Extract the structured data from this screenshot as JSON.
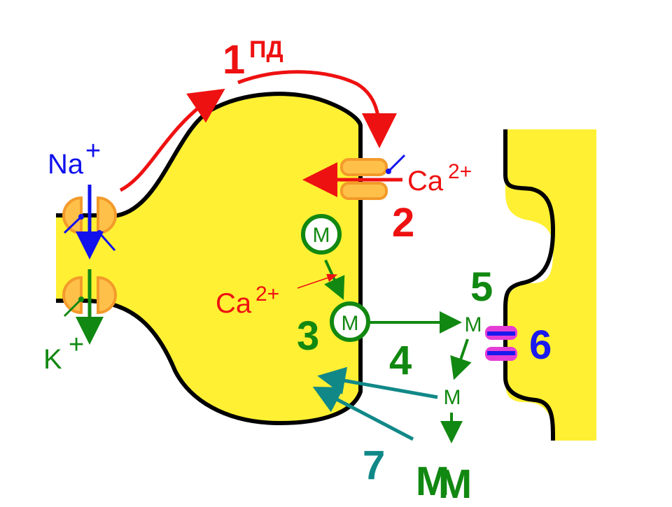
{
  "colors": {
    "terminal_fill": "#FFF033",
    "membrane": "#000000",
    "action_potential": "#EE1111",
    "calcium": "#EE1111",
    "sodium": "#1111EE",
    "potassium": "#118811",
    "mediator": "#118811",
    "reuptake": "#118888",
    "channel_fill": "#FFC04A",
    "channel_edge": "#F39A2A",
    "receptor_magenta": "#E63CD6",
    "receptor_blue": "#1A1AEE"
  },
  "labels": {
    "step1": "1",
    "ap_label": "ПД",
    "na": "Na",
    "na_charge": "+",
    "k": "K",
    "k_charge": "+",
    "ca_channel": "Ca",
    "ca_channel_charge": "2+",
    "step2": "2",
    "vesicle_top": "M",
    "ca_inside": "Ca",
    "ca_inside_charge": "2+",
    "vesicle_bottom": "M",
    "step3": "3",
    "mediator_cleft": "M",
    "step4": "4",
    "step5": "5",
    "step6": "6",
    "mediator_lower": "M",
    "step7": "7",
    "mediator_bottom_left": "M",
    "mediator_bottom_right": "M"
  }
}
